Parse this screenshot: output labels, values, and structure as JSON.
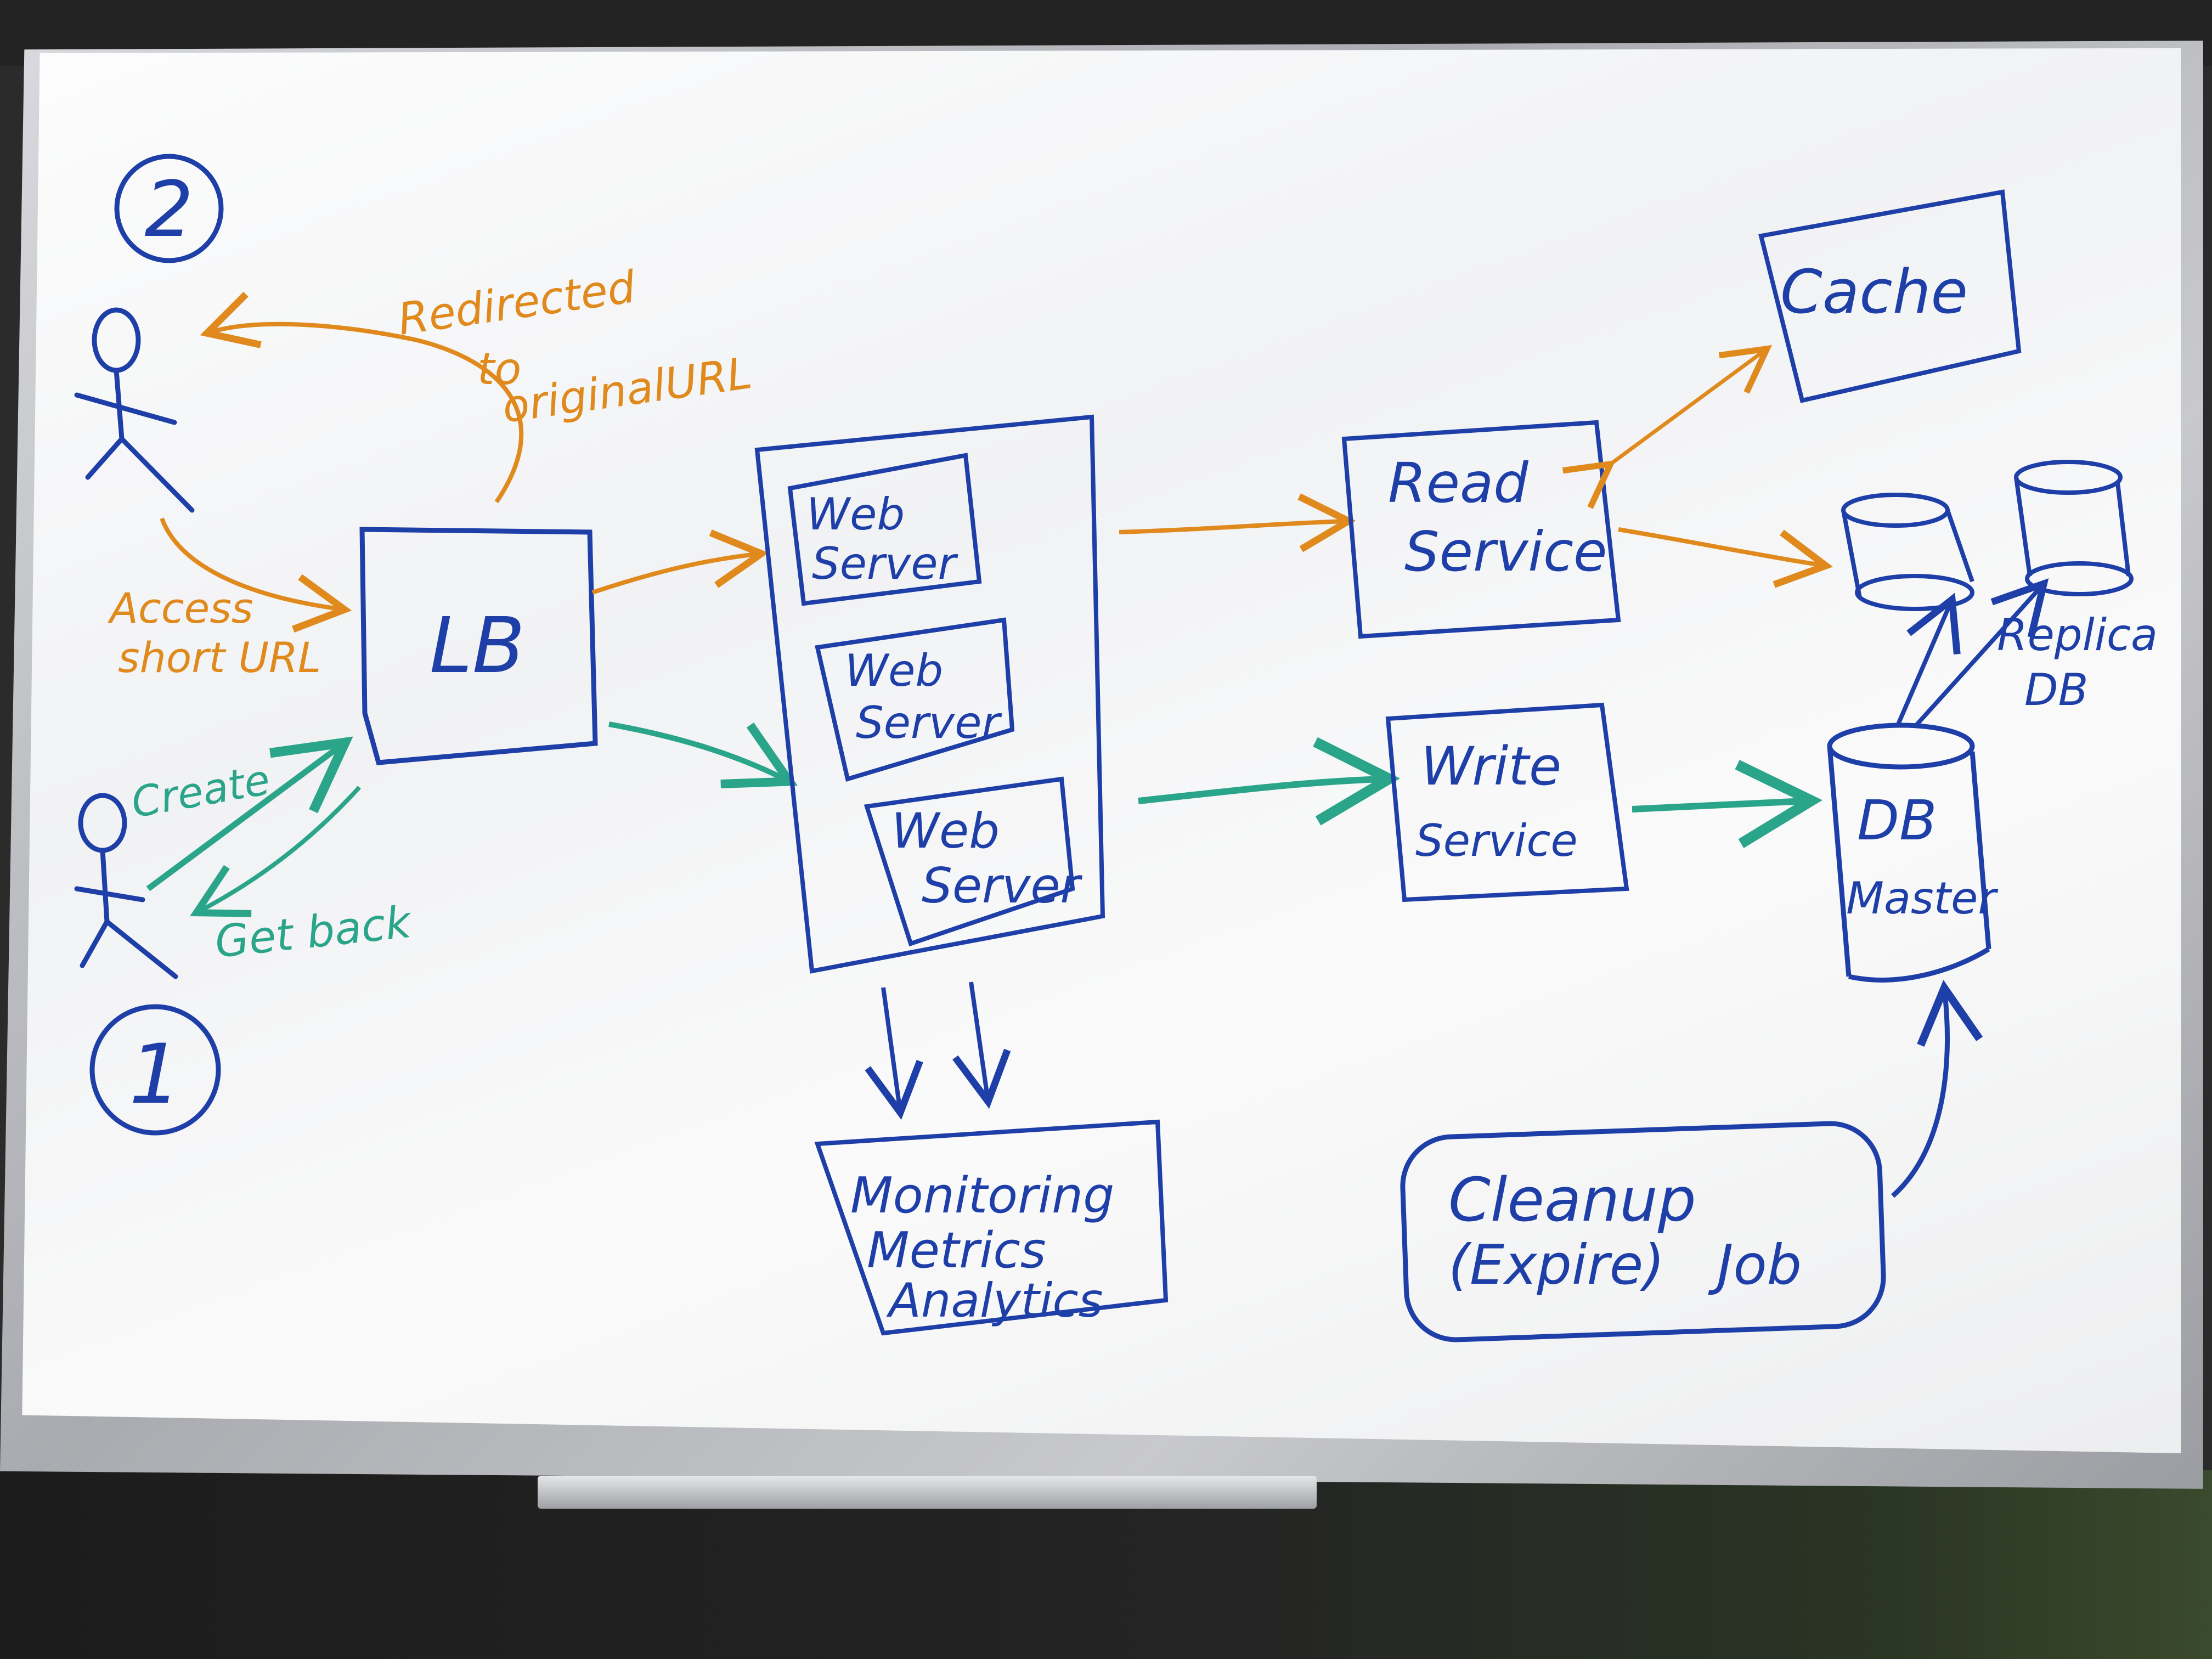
{
  "step_markers": {
    "create_step": "1",
    "access_step": "2"
  },
  "labels": {
    "redirect": {
      "line1": "Redirected",
      "line2": "to",
      "line3": "originalURL"
    },
    "access": {
      "line1": "Access",
      "line2": "short URL"
    },
    "create": "Create",
    "get_back": "Get back"
  },
  "components": {
    "load_balancer": "LB",
    "web_servers": [
      {
        "line1": "Web",
        "line2": "Server"
      },
      {
        "line1": "Web",
        "line2": "Server"
      },
      {
        "line1": "Web",
        "line2": "Server"
      }
    ],
    "read_service": {
      "line1": "Read",
      "line2": "Service"
    },
    "write_service": {
      "line1": "Write",
      "line2": "Service"
    },
    "cache": "Cache",
    "db_master": {
      "line1": "DB",
      "line2": "Master"
    },
    "replica_db": {
      "line1": "Replica",
      "line2": "DB"
    },
    "monitoring": {
      "line1": "Monitoring",
      "line2": "Metrics",
      "line3": "Analytics"
    },
    "cleanup_job": {
      "line1": "Cleanup",
      "line2": "(Expire)",
      "line3": "Job"
    }
  },
  "colors": {
    "components": "#1f3fa8",
    "read_flow": "#e08a1e",
    "write_flow": "#2aa58a",
    "board": "#f7f7f8"
  }
}
